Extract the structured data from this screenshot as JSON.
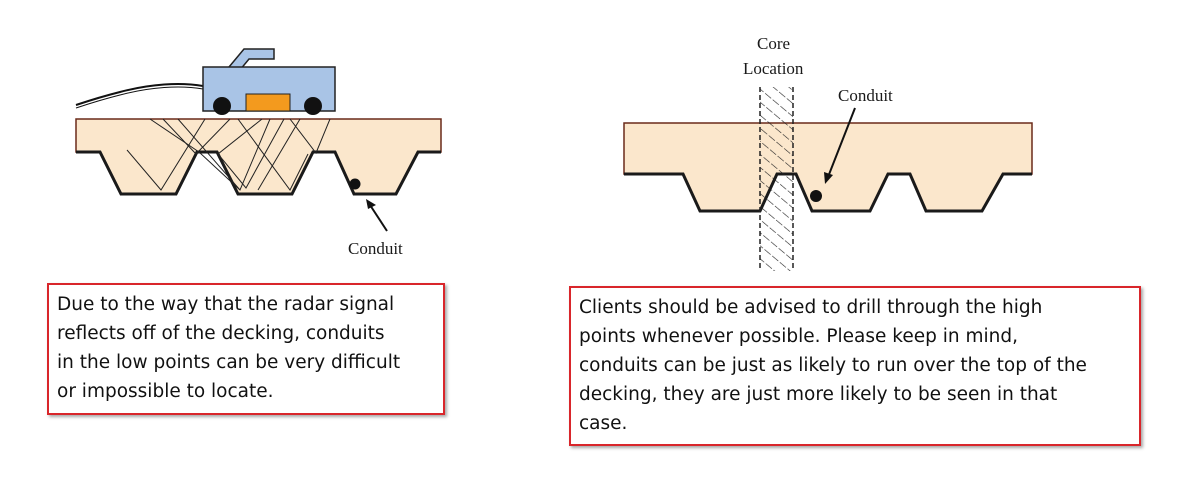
{
  "left_diagram": {
    "conduit_label": "Conduit"
  },
  "right_diagram": {
    "core_label_line1": "Core",
    "core_label_line2": "Location",
    "conduit_label": "Conduit"
  },
  "captions": {
    "left_lines": [
      "Due to the way that the radar signal",
      "reflects off of the decking, conduits",
      "in the low points can be very difficult",
      "or impossible to locate."
    ],
    "right_lines": [
      "Clients should be advised to drill through the high",
      "points whenever possible. Please keep in mind,",
      "conduits can be just as likely to run over the top of the",
      "decking, they are just more likely to be seen in that",
      "case."
    ]
  },
  "colors": {
    "concrete_fill": "#fbe7cc",
    "scanner_body": "#a9c4e6",
    "scanner_window": "#f39a1e",
    "caption_border": "#d9262b"
  }
}
